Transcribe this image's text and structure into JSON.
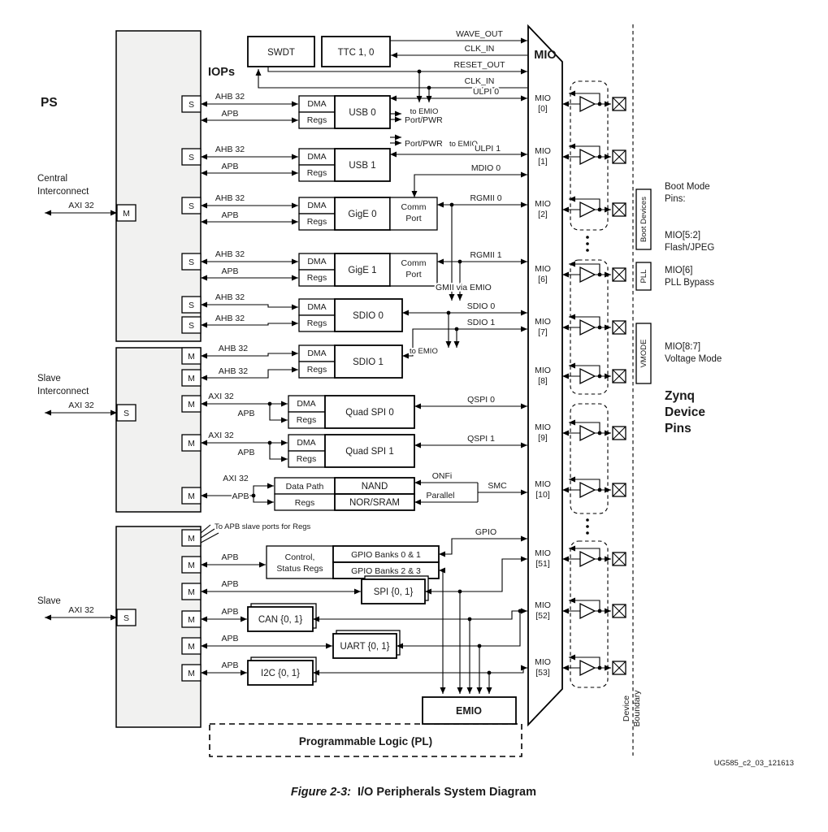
{
  "figure": {
    "label": "Figure 2-3:",
    "title": "I/O Peripherals System Diagram",
    "watermark": "UG585_c2_03_121613"
  },
  "ps": {
    "title": "PS",
    "port_s": "S",
    "port_m": "M",
    "central_l1": "Central",
    "central_l2": "Interconnect",
    "slave_int_l1": "Slave",
    "slave_int_l2": "Interconnect",
    "slave": "Slave"
  },
  "buses": {
    "axi32": "AXI 32",
    "ahb32": "AHB 32",
    "apb": "APB",
    "apb_note": "To APB slave ports for Regs"
  },
  "iops": {
    "title": "IOPs",
    "swdt": "SWDT",
    "ttc": "TTC 1, 0",
    "dma": "DMA",
    "regs": "Regs",
    "usb0": "USB 0",
    "usb1": "USB 1",
    "gige0": "GigE 0",
    "gige1": "GigE 1",
    "comm_l1": "Comm",
    "comm_l2": "Port",
    "sdio0": "SDIO 0",
    "sdio1": "SDIO 1",
    "qspi0": "Quad SPI 0",
    "qspi1": "Quad SPI 1",
    "datapath": "Data Path",
    "nand": "NAND",
    "nor": "NOR/SRAM",
    "ctrl_l1": "Control,",
    "ctrl_l2": "Status Regs",
    "gpio01": "GPIO Banks 0 & 1",
    "gpio23": "GPIO Banks 2 & 3",
    "spi": "SPI {0, 1}",
    "can": "CAN {0, 1}",
    "uart": "UART {0, 1}",
    "i2c": "I2C {0, 1}",
    "emio": "EMIO",
    "pl": "Programmable Logic (PL)"
  },
  "signals": {
    "wave_out": "WAVE_OUT",
    "clk_in": "CLK_IN",
    "reset_out": "RESET_OUT",
    "ulpi0": "ULPI 0",
    "ulpi1": "ULPI 1",
    "port_pwr": "Port/PWR",
    "to_emio": "to EMIO",
    "mdio0": "MDIO 0",
    "rgmii0": "RGMII 0",
    "rgmii1": "RGMII 1",
    "gmii": "GMII via EMIO",
    "sdio0": "SDIO 0",
    "sdio1": "SDIO 1",
    "qspi0": "QSPI 0",
    "qspi1": "QSPI 1",
    "onfi": "ONFi",
    "parallel": "Parallel",
    "smc": "SMC",
    "gpio": "GPIO"
  },
  "mio": {
    "title": "MIO",
    "pins": [
      {
        "l1": "MIO",
        "l2": "[0]"
      },
      {
        "l1": "MIO",
        "l2": "[1]"
      },
      {
        "l1": "MIO",
        "l2": "[2]"
      },
      {
        "l1": "MIO",
        "l2": "[6]"
      },
      {
        "l1": "MIO",
        "l2": "[7]"
      },
      {
        "l1": "MIO",
        "l2": "[8]"
      },
      {
        "l1": "MIO",
        "l2": "[9]"
      },
      {
        "l1": "MIO",
        "l2": "[10]"
      },
      {
        "l1": "MIO",
        "l2": "[51]"
      },
      {
        "l1": "MIO",
        "l2": "[52]"
      },
      {
        "l1": "MIO",
        "l2": "[53]"
      }
    ]
  },
  "right": {
    "boot_mode_l1": "Boot Mode",
    "boot_mode_l2": "Pins:",
    "boot_devices": "Boot Devices",
    "mio52_range": "MIO[5:2]",
    "flash_jpeg": "Flash/JPEG",
    "pll": "PLL",
    "mio6": "MIO[6]",
    "pll_bypass": "PLL Bypass",
    "vmode": "VMODE",
    "mio87": "MIO[8:7]",
    "voltage_mode": "Voltage Mode",
    "zynq_l1": "Zynq",
    "zynq_l2": "Device",
    "zynq_l3": "Pins",
    "boundary_l1": "Device",
    "boundary_l2": "Boundary"
  }
}
